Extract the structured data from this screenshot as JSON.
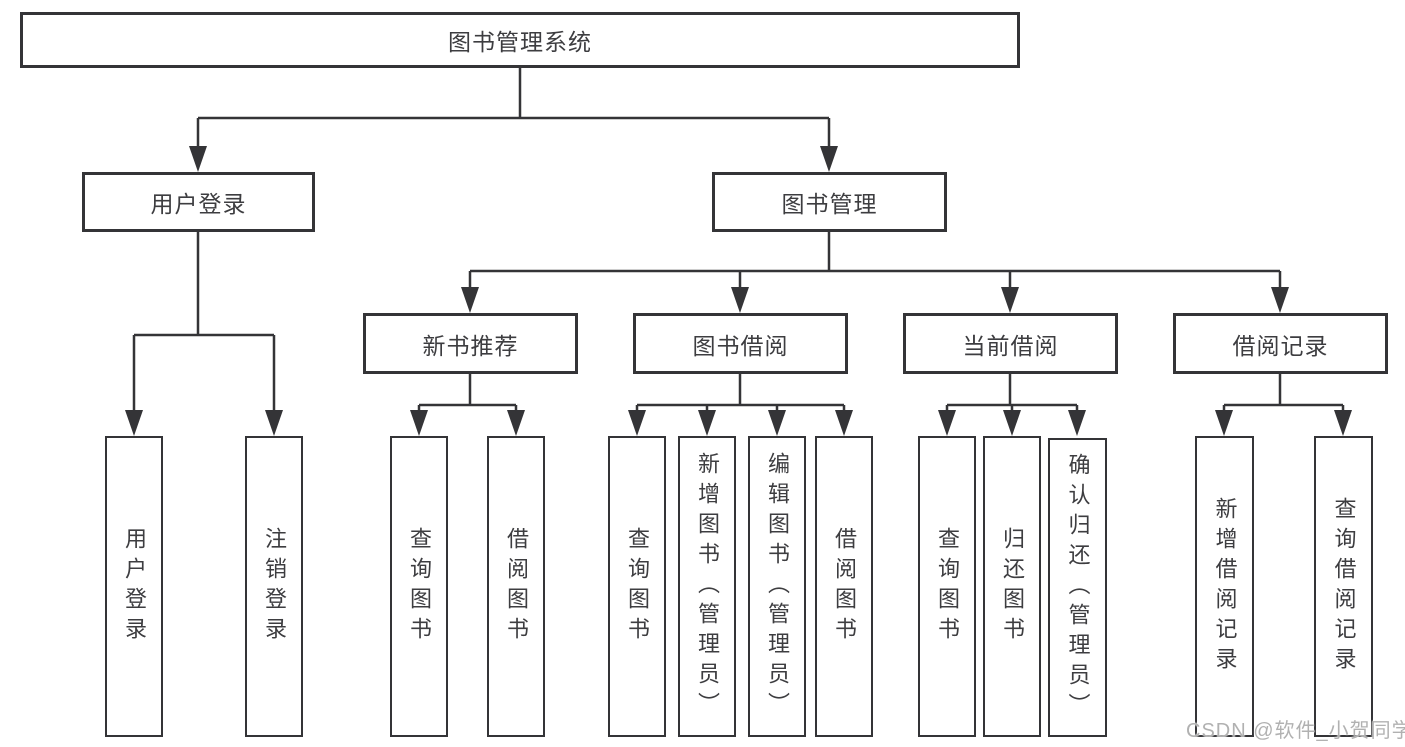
{
  "tree": {
    "root": {
      "label": "图书管理系统"
    },
    "children": [
      {
        "label": "用户登录",
        "children": [
          {
            "label": "用户登录"
          },
          {
            "label": "注销登录"
          }
        ]
      },
      {
        "label": "图书管理",
        "children": [
          {
            "label": "新书推荐",
            "children": [
              {
                "label": "查询图书"
              },
              {
                "label": "借阅图书"
              }
            ]
          },
          {
            "label": "图书借阅",
            "children": [
              {
                "label": "查询图书"
              },
              {
                "label": "新增图书（管理员）"
              },
              {
                "label": "编辑图书（管理员）"
              },
              {
                "label": "借阅图书"
              }
            ]
          },
          {
            "label": "当前借阅",
            "children": [
              {
                "label": "查询图书"
              },
              {
                "label": "归还图书"
              },
              {
                "label": "确认归还（管理员）"
              }
            ]
          },
          {
            "label": "借阅记录",
            "children": [
              {
                "label": "新增借阅记录"
              },
              {
                "label": "查询借阅记录"
              }
            ]
          }
        ]
      }
    ]
  },
  "watermark": "CSDN @软件_小贺同学",
  "colors": {
    "line": "#343437",
    "text": "#3d3d40",
    "background": "#ffffff",
    "watermark": "#a3a3a3"
  }
}
